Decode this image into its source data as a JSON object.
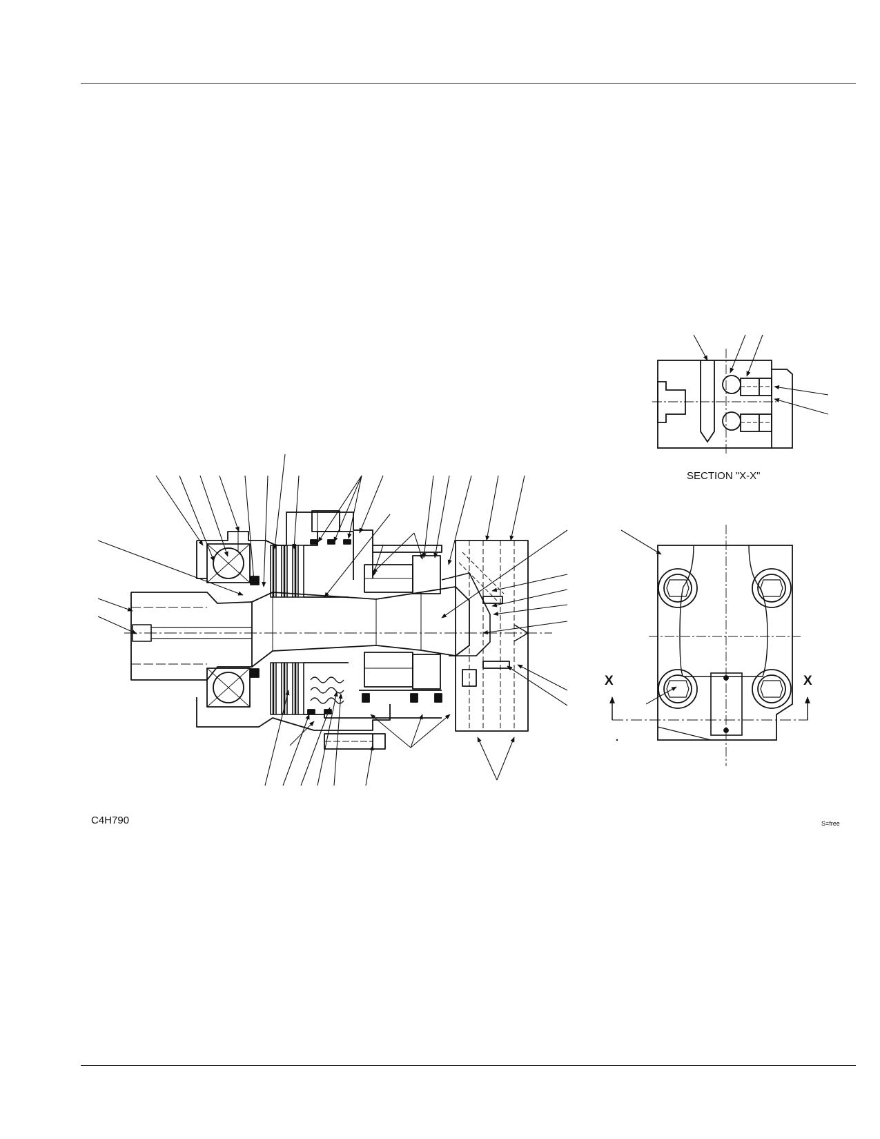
{
  "drawing_code": "C4H790",
  "scale_note": "S=free",
  "section_caption": "SECTION \"X-X\"",
  "section_marker_left": "X",
  "section_marker_right": "X"
}
